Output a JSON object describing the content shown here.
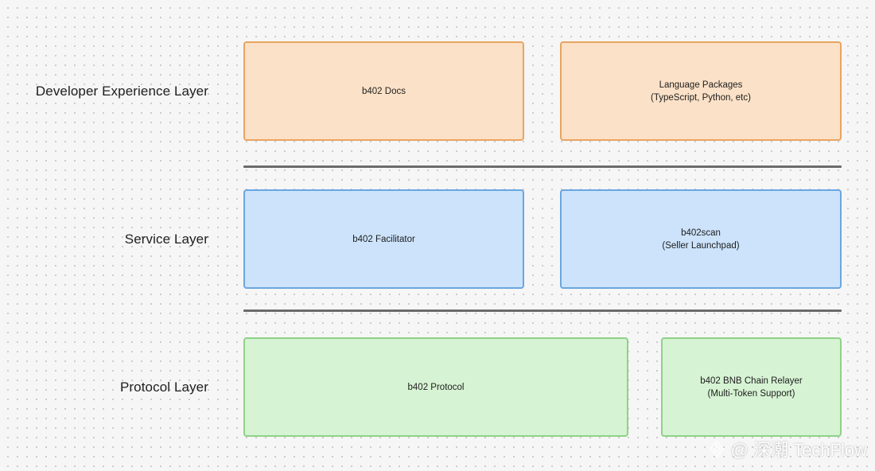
{
  "layers": {
    "developer_experience": {
      "label": "Developer Experience Layer",
      "boxes": [
        {
          "lines": [
            "b402 Docs"
          ]
        },
        {
          "lines": [
            "Language Packages",
            "(TypeScript, Python, etc)"
          ]
        }
      ]
    },
    "service": {
      "label": "Service Layer",
      "boxes": [
        {
          "lines": [
            "b402 Facilitator"
          ]
        },
        {
          "lines": [
            "b402scan",
            "(Seller Launchpad)"
          ]
        }
      ]
    },
    "protocol": {
      "label": "Protocol Layer",
      "boxes": [
        {
          "lines": [
            "b402 Protocol"
          ]
        },
        {
          "lines": [
            "b402 BNB Chain Relayer",
            "(Multi-Token Support)"
          ]
        }
      ]
    }
  },
  "watermark": {
    "text": "@ 深潮 TechFlow",
    "icon": "techflow-logo-icon"
  },
  "colors": {
    "orange_fill": "#fbe1c7",
    "orange_border": "#e8a462",
    "blue_fill": "#cce3fb",
    "blue_border": "#6aa6e0",
    "green_fill": "#d6f3d3",
    "green_border": "#8fd287",
    "divider": "#6b6b6b"
  }
}
